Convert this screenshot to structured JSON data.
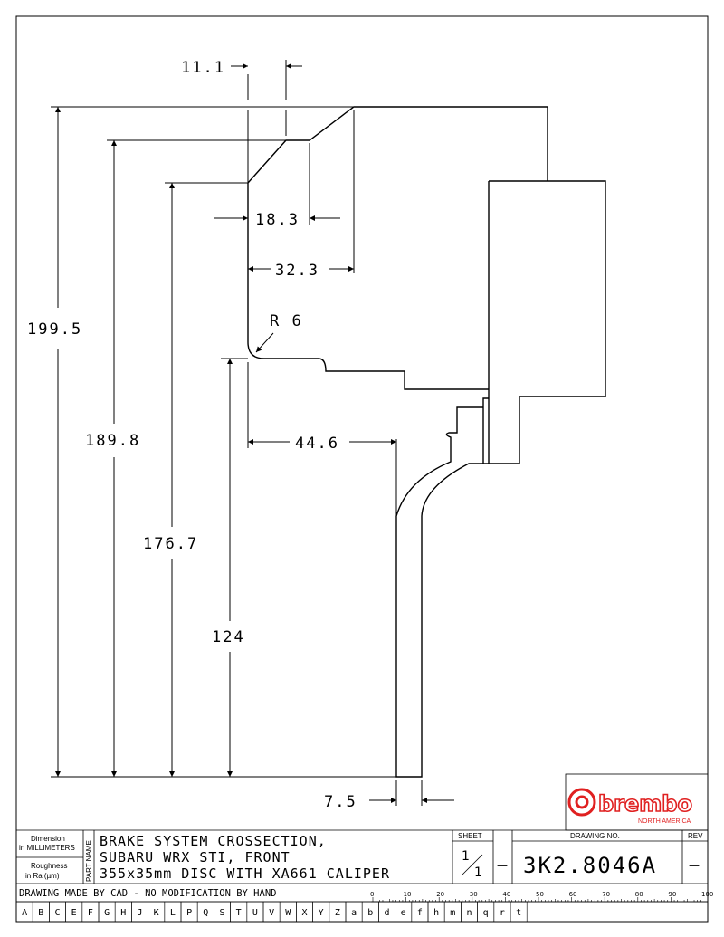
{
  "dimensions": {
    "d_11_1": "11.1",
    "d_18_3": "18.3",
    "d_32_3": "32.3",
    "d_r6": "R 6",
    "d_44_6": "44.6",
    "d_199_5": "199.5",
    "d_189_8": "189.8",
    "d_176_7": "176.7",
    "d_124": "124",
    "d_7_5": "7.5"
  },
  "title_block": {
    "logo_word": "brembo",
    "logo_sub": "NORTH AMERICA",
    "dimension_label_1": "Dimension",
    "dimension_label_2": "in MILLIMETERS",
    "roughness_label_1": "Roughness",
    "roughness_label_2": "in Ra (µm)",
    "part_name_label": "PART NAME",
    "title_line_1": "BRAKE SYSTEM CROSSECTION,",
    "title_line_2": "SUBARU WRX STI, FRONT",
    "title_line_3": "355x35mm DISC WITH XA661 CALIPER",
    "sheet_label": "SHEET",
    "sheet_num": "1",
    "sheet_total": "1",
    "sheet_dash": "—",
    "drawing_no_label": "DRAWING NO.",
    "drawing_no": "3K2.8046A",
    "rev_label": "REV",
    "rev_value": "—",
    "footer_note": "DRAWING MADE BY CAD - NO MODIFICATION BY HAND",
    "scale_ticks": [
      "0",
      "10",
      "20",
      "30",
      "40",
      "50",
      "60",
      "70",
      "80",
      "90",
      "100"
    ],
    "grid_letters": [
      "A",
      "B",
      "C",
      "E",
      "F",
      "G",
      "H",
      "J",
      "K",
      "L",
      "P",
      "Q",
      "S",
      "T",
      "U",
      "V",
      "W",
      "X",
      "Y",
      "Z",
      "a",
      "b",
      "d",
      "e",
      "f",
      "h",
      "m",
      "n",
      "q",
      "r",
      "t"
    ]
  },
  "colors": {
    "line": "#000000",
    "logo_red": "#e02020"
  }
}
